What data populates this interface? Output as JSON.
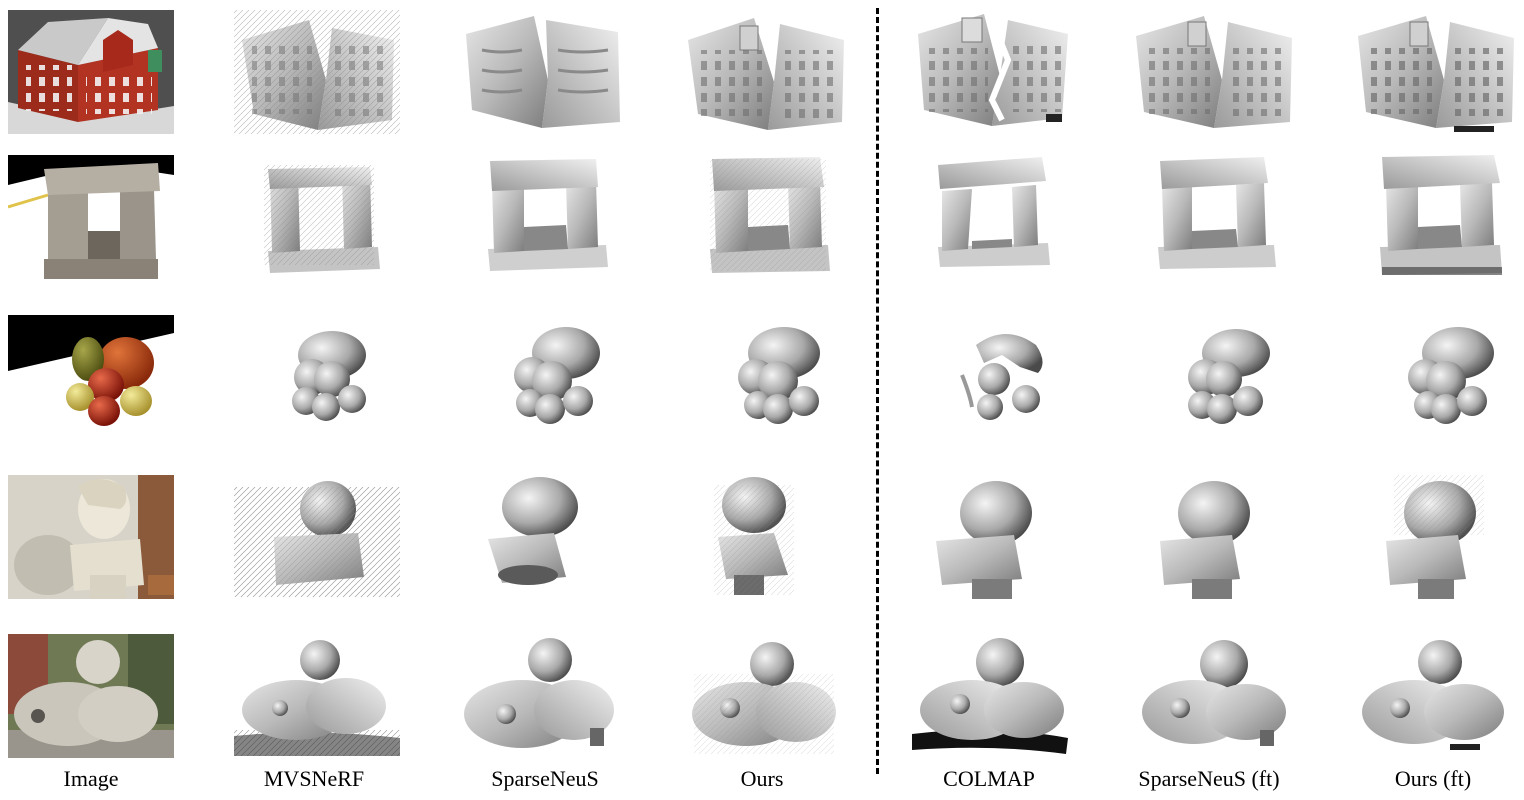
{
  "figure": {
    "columns": [
      {
        "key": "image",
        "label": "Image"
      },
      {
        "key": "mvsnerf",
        "label": "MVSNeRF"
      },
      {
        "key": "sparseneus",
        "label": "SparseNeuS"
      },
      {
        "key": "ours",
        "label": "Ours"
      },
      {
        "key": "colmap",
        "label": "COLMAP"
      },
      {
        "key": "sparseneus_ft",
        "label": "SparseNeuS (ft)"
      },
      {
        "key": "ours_ft",
        "label": "Ours (ft)"
      }
    ],
    "rows": [
      "building",
      "stone-arch",
      "fruit",
      "bust",
      "baby-statue"
    ],
    "divider_after_column": 3
  }
}
